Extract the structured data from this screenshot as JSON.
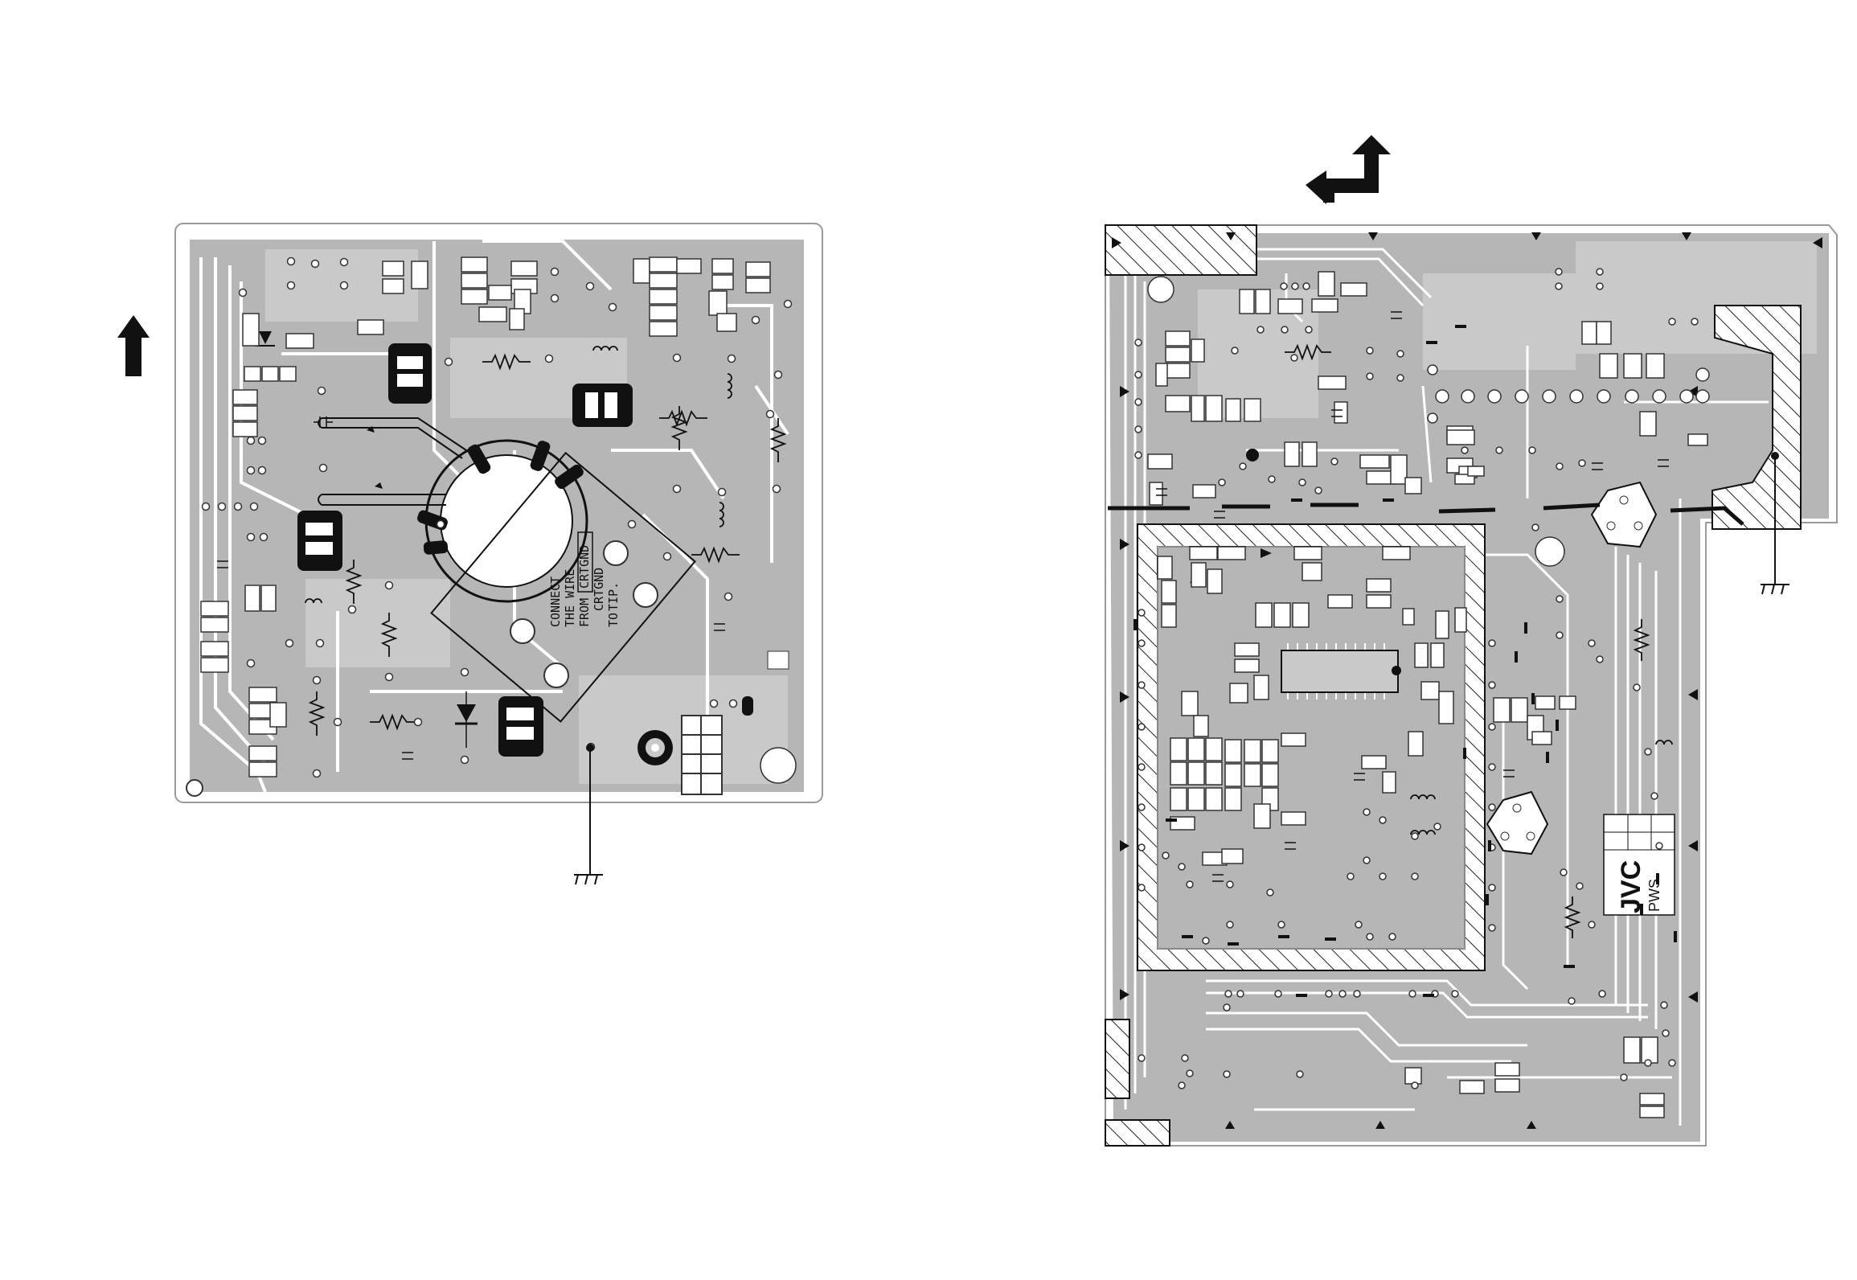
{
  "colors": {
    "board": "#b4b4b4",
    "copper_light": "#c8c8c8",
    "trace_dark": "#8a8a8a",
    "outline": "#909090",
    "ink": "#111111",
    "pad_fill": "#ffffff"
  },
  "left_board": {
    "silkscreen": {
      "line1": "CONNECT",
      "line2": "THE WIRE",
      "line3_prefix": "FROM",
      "line3_box": "CRTGND",
      "line4": "CRTGND",
      "line5": "TO",
      "line6": "TIP."
    },
    "icons": [
      "up-arrow-icon",
      "ground-icon",
      "toroid-icon",
      "diode-icon",
      "resistor-icon",
      "coil-icon"
    ]
  },
  "right_board": {
    "logo": {
      "brand": "JVC",
      "model": "PWS"
    },
    "icons": [
      "up-left-arrow-icon",
      "ground-icon",
      "ic-chip-icon",
      "transistor-icon",
      "triangle-marker-icon"
    ]
  }
}
